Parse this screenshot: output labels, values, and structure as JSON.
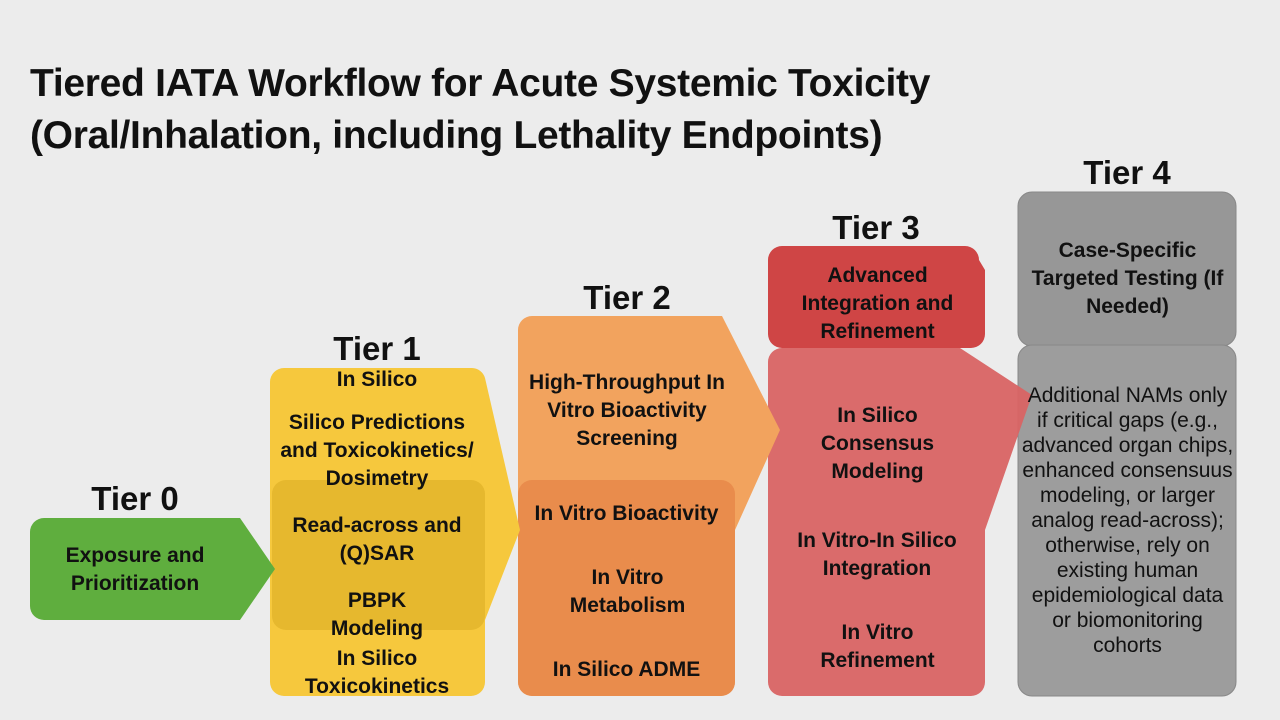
{
  "title": {
    "line1": "Tiered IATA Workflow for Acute Systemic Toxicity",
    "line2": "(Oral/Inhalation, including Lethality Endpoints)"
  },
  "tiers": [
    {
      "label": "Tier 0",
      "color": "#5fae3e",
      "boxes": [
        "Exposure and Prioritization"
      ]
    },
    {
      "label": "Tier 1",
      "color": "#f5c53c",
      "boxes": [
        "In Silico",
        "Silico Predictions and Toxicokinetics/ Dosimetry",
        "Read-across and (Q)SAR",
        "PBPK Modeling",
        "In Silico Toxicokinetics"
      ]
    },
    {
      "label": "Tier 2",
      "color": "#f0a05c",
      "boxes": [
        "High-Throughput In Vitro Bioactivity Screening",
        "In Vitro Bioactivity",
        "In Vitro Metabolism",
        "In Silico ADME"
      ]
    },
    {
      "label": "Tier 3",
      "color": "#d65a5a",
      "boxes": [
        "Advanced Integration and Refinement",
        "In Silico Consensus Modeling",
        "In Vitro-In Silico Integration",
        "In Vitro Refinement"
      ]
    },
    {
      "label": "Tier 4",
      "color": "#9a9a9a",
      "boxes": [
        "Case-Specific Targeted Testing (If Needed)",
        "Additional NAMs only if critical gaps (e.g., advanced organ chips, enhanced consensuus modeling, or larger analog read-across); otherwise, rely on existing human epidemiological data or biomonitoring cohorts"
      ]
    }
  ]
}
